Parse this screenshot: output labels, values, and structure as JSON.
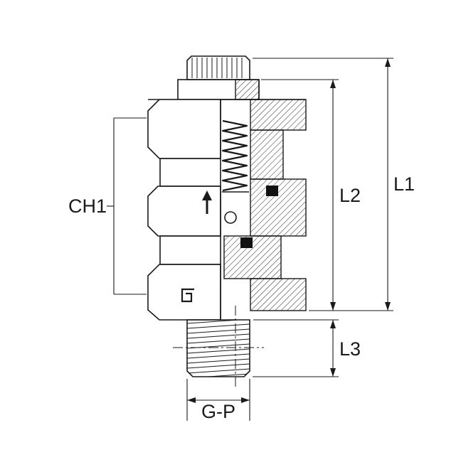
{
  "diagram": {
    "type": "technical-drawing",
    "subject": "hydraulic check valve fitting cross-section",
    "labels": {
      "ch1": "CH1",
      "l1": "L1",
      "l2": "L2",
      "l3": "L3",
      "gp": "G-P"
    },
    "colors": {
      "line": "#1a1a1a",
      "background": "#ffffff",
      "seal": "#111111"
    }
  }
}
